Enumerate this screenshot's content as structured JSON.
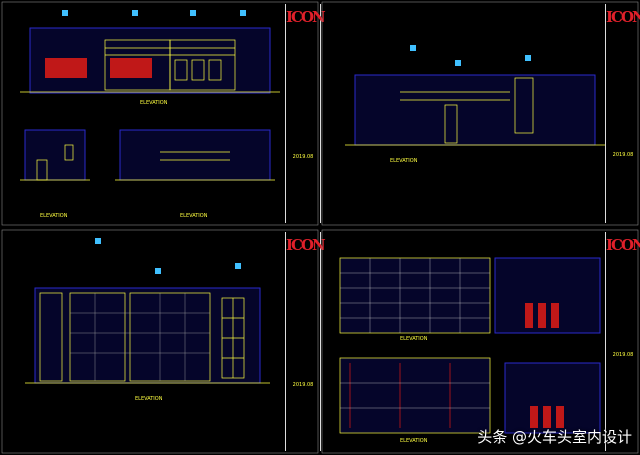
{
  "sheets": [
    {
      "logo": "ICON",
      "date": "2019.08",
      "elevation_labels": [
        "ELEVATION",
        "ELEVATION",
        "ELEVATION"
      ]
    },
    {
      "logo": "ICON",
      "date": "2019.08",
      "elevation_labels": [
        "ELEVATION"
      ]
    },
    {
      "logo": "ICON",
      "date": "2019.08",
      "elevation_labels": [
        "ELEVATION"
      ]
    },
    {
      "logo": "ICON",
      "date": "2019.08",
      "elevation_labels": [
        "ELEVATION",
        "ELEVATION"
      ]
    }
  ],
  "watermark": "头条 @火车头室内设计",
  "colors": {
    "frame": "#1a1aa0",
    "line": "#ffff40",
    "accent": "#e0202a",
    "grid": "#ffffff"
  }
}
